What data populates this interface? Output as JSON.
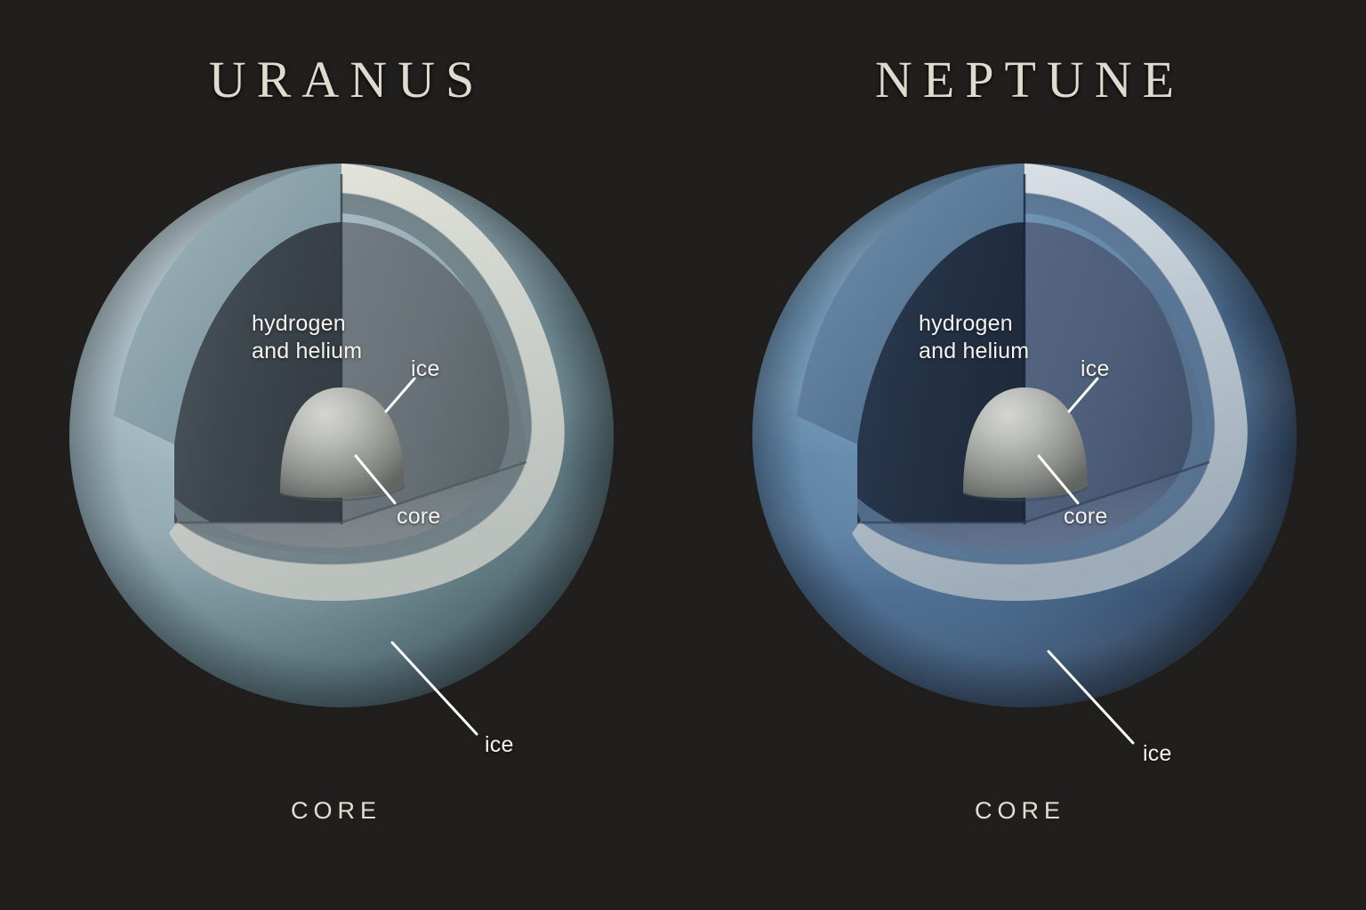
{
  "figure": {
    "background_color": "#1f1d1b",
    "label_text_color": "#f4f3ef",
    "title_color": "#ded9cd",
    "caption_color": "#e3ded3"
  },
  "panels": [
    {
      "id": "uranus",
      "title": "URANUS",
      "caption": "CORE",
      "colors": {
        "surface_light": "#a9bdc6",
        "surface_mid": "#7e98a3",
        "surface_dark": "#3c5058",
        "shell_cut_edge": "#d9dcd2",
        "shell_band": "#8ea5ad",
        "wall_left": "#3b444a",
        "wall_right": "#656e73",
        "floor": "#6e767a",
        "core_light": "#c9cac6",
        "core_dark": "#6d7174"
      },
      "labels": [
        {
          "name": "hydrogen-and-helium",
          "text": "hydrogen\nand helium"
        },
        {
          "name": "ice-inner",
          "text": "ice"
        },
        {
          "name": "core",
          "text": "core"
        },
        {
          "name": "ice-outer",
          "text": "ice"
        }
      ]
    },
    {
      "id": "neptune",
      "title": "NEPTUNE",
      "caption": "CORE",
      "colors": {
        "surface_light": "#6d93b4",
        "surface_mid": "#4a6e92",
        "surface_dark": "#27364a",
        "shell_cut_edge": "#cfd8dd",
        "shell_band": "#6f8aa6",
        "wall_left": "#222f42",
        "wall_right": "#4b5b75",
        "floor": "#53637c",
        "core_light": "#c9cac6",
        "core_dark": "#6d7174"
      },
      "labels": [
        {
          "name": "hydrogen-and-helium",
          "text": "hydrogen\nand helium"
        },
        {
          "name": "ice-inner",
          "text": "ice"
        },
        {
          "name": "core",
          "text": "core"
        },
        {
          "name": "ice-outer",
          "text": "ice"
        }
      ]
    }
  ]
}
